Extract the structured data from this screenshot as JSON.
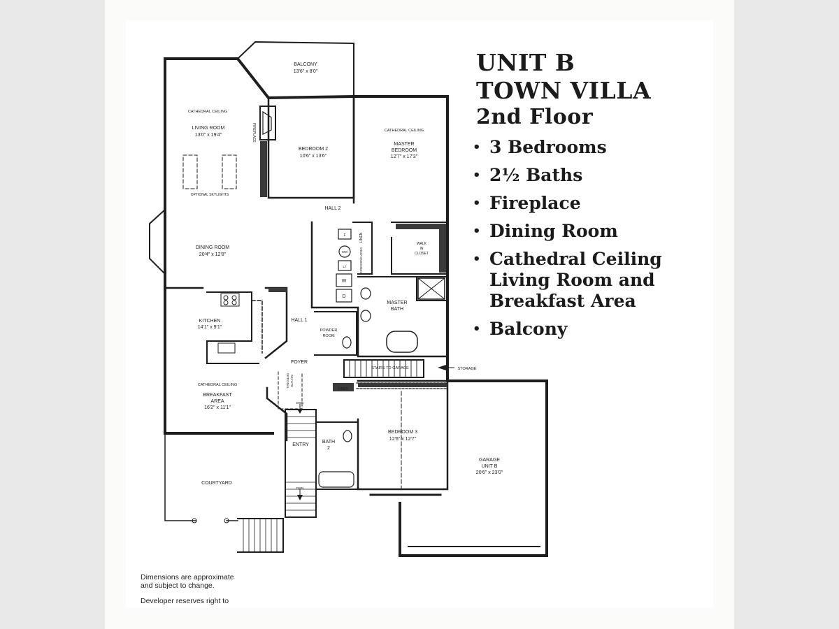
{
  "title": {
    "line1": "UNIT B",
    "line2": "TOWN VILLA",
    "line3": "2nd Floor"
  },
  "features": [
    "3 Bedrooms",
    "2½ Baths",
    "Fireplace",
    "Dining Room",
    "Cathedral Ceiling\nLiving Room and\nBreakfast Area",
    "Balcony"
  ],
  "rooms": {
    "balcony": {
      "name": "BALCONY",
      "dims": "13'6\" x 8'0\""
    },
    "living": {
      "note": "CATHEDRAL CEILING",
      "name": "LIVING ROOM",
      "dims": "13'0\" x 19'4\""
    },
    "skylights": "OPTIONAL SKYLIGHTS",
    "fireplace": "FIREPLACE",
    "bedroom2": {
      "name": "BEDROOM 2",
      "dims": "10'6\" x 13'6\""
    },
    "master": {
      "note": "CATHEDRAL CEILING",
      "name": "MASTER",
      "name2": "BEDROOM",
      "dims": "12'7\" x 17'3\""
    },
    "hall2": "HALL 2",
    "dining": {
      "name": "DINING ROOM",
      "dims": "20'4\" x 12'8\""
    },
    "walkin": {
      "l1": "WALK",
      "l2": "IN",
      "l3": "CLOSET"
    },
    "linen": "LINEN",
    "dressing": "DRESSING AREA",
    "master_bath": {
      "l1": "MASTER",
      "l2": "BATH"
    },
    "kitchen": {
      "name": "KITCHEN",
      "dims": "14'1\" x 9'1\""
    },
    "hall1": "HALL 1",
    "powder": {
      "l1": "POWDER",
      "l2": "ROOM"
    },
    "appliances": {
      "f": "F",
      "ww": "WW",
      "lt": "LT",
      "w": "W",
      "d": "D"
    },
    "foyer": "FOYER",
    "stairs": "STAIRS TO GARAGE",
    "storage": "STORAGE",
    "optional_skylite": {
      "l1": "OPTIONAL",
      "l2": "SKYLITE"
    },
    "breakfast": {
      "note": "CATHEDRAL CEILING",
      "name": "BREAKFAST",
      "name2": "AREA",
      "dims": "16'2\" x 11'1\""
    },
    "linen2": "LINEN",
    "dwn": "DWN",
    "entry": "ENTRY",
    "bath2": {
      "l1": "BATH",
      "l2": "2"
    },
    "bedroom3": {
      "name": "BEDROOM 3",
      "dims": "12'6\" x 12'7\""
    },
    "garage": {
      "name": "GARAGE",
      "name2": "UNIT B",
      "dims": "20'6\" x 23'0\""
    },
    "courtyard": "COURTYARD"
  },
  "disclaimer": {
    "line1": "Dimensions are approximate\nand subject to change.",
    "line2": "Developer reserves right to"
  }
}
